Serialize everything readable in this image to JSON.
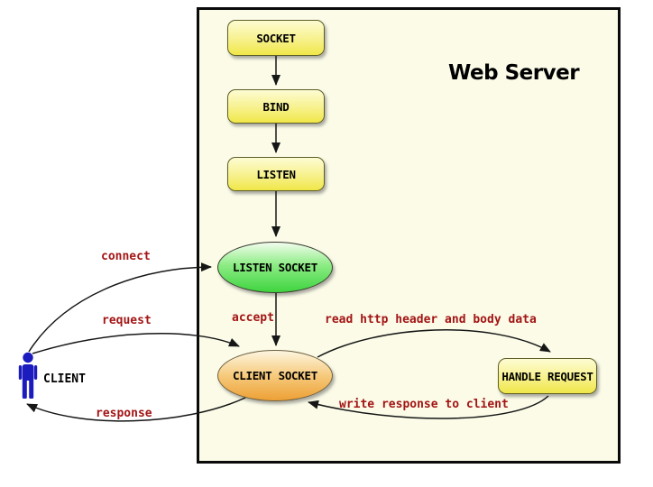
{
  "diagram": {
    "title": "Web Server",
    "nodes": {
      "socket": "SOCKET",
      "bind": "BIND",
      "listen": "LISTEN",
      "listen_socket": "LISTEN SOCKET",
      "client_socket": "CLIENT SOCKET",
      "handle_request": "HANDLE REQUEST"
    },
    "actor": {
      "label": "CLIENT"
    },
    "edge_labels": {
      "connect": "connect",
      "request": "request",
      "response": "response",
      "accept": "accept",
      "read": "read http header and body data",
      "write": "write response to client"
    },
    "colors": {
      "server_background": "#fbfbe8",
      "server_border": "#0a0a0a",
      "node_yellow_top": "#fdfcd2",
      "node_yellow_bottom": "#f0e748",
      "node_yellow_border": "#5e5e28",
      "ellipse_green_top": "#f2fdee",
      "ellipse_green_bottom": "#3fd43f",
      "ellipse_orange_top": "#fdf6e0",
      "ellipse_orange_bottom": "#eda035",
      "edge_label_red": "#a31515",
      "arrow_black": "#161616",
      "actor_blue": "#1c1cbe"
    }
  }
}
